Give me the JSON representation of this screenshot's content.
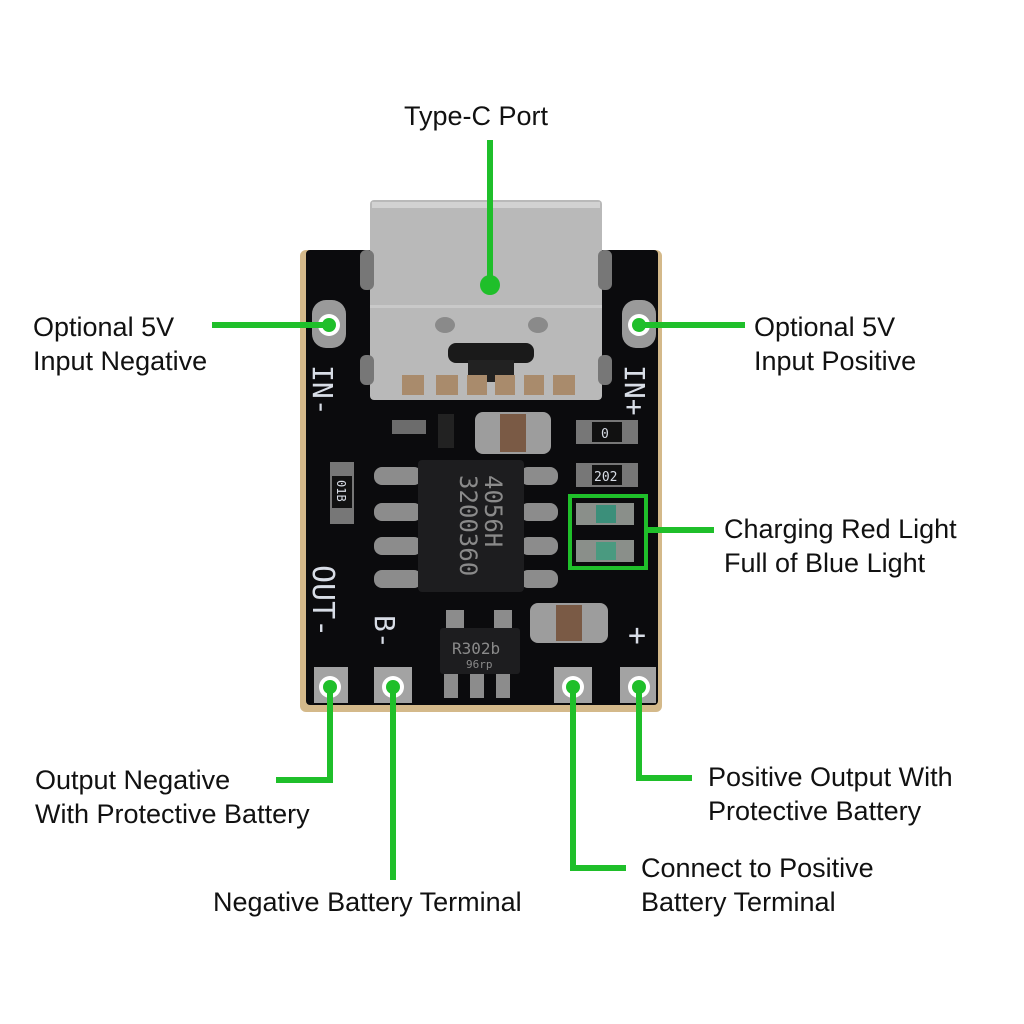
{
  "diagram": {
    "subject": "TP4056 Type-C lithium battery charging module",
    "accent_color": "#1fbf2a",
    "labels": {
      "type_c_port": "Type-C Port",
      "in_neg": [
        "Optional 5V",
        "Input Negative"
      ],
      "in_pos": [
        "Optional 5V",
        "Input Positive"
      ],
      "led": [
        "Charging Red Light",
        "Full of Blue Light"
      ],
      "out_neg": [
        "Output Negative",
        "With Protective Battery"
      ],
      "bat_neg": "Negative Battery Terminal",
      "bat_pos": [
        "Connect to Positive",
        "Battery Terminal"
      ],
      "out_pos": [
        "Positive Output With",
        "Protective Battery"
      ]
    },
    "silkscreen": {
      "in_neg": "IN-",
      "in_pos": "IN+",
      "out_neg": "OUT-",
      "bat_neg": "B-",
      "plus": "+",
      "ic_main": [
        "4056H",
        "3200360"
      ],
      "ic_protect": [
        "R302b",
        "96rp"
      ],
      "resistor_r1": "0",
      "resistor_r2": "202",
      "resistor_r3": "01B"
    }
  }
}
